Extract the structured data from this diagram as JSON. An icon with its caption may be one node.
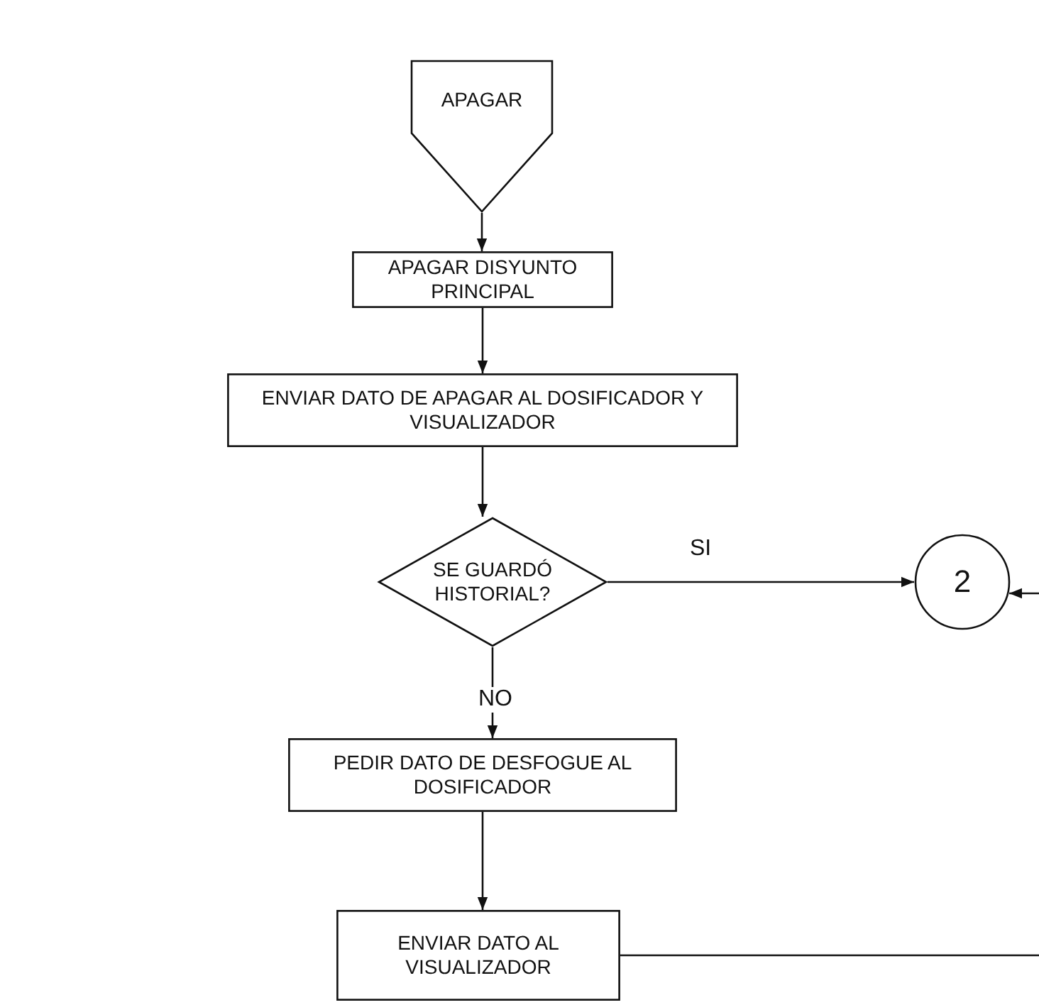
{
  "diagram": {
    "nodes": [
      {
        "text": [
          "APAGAR"
        ]
      },
      {
        "text": [
          "APAGAR DISYUNTO PRINCIPAL"
        ]
      },
      {
        "text": [
          "ENVIAR DATO DE APAGAR AL DOSIFICADOR Y VISUALIZADOR"
        ]
      },
      {
        "text": [
          "SE GUARDÓ HISTORIAL?"
        ]
      },
      {
        "text": [
          "2"
        ]
      },
      {
        "text": [
          "PEDIR DATO DE DESFOGUE AL DOSIFICADOR"
        ]
      },
      {
        "text": [
          "ENVIAR DATO AL VISUALIZADOR"
        ]
      }
    ],
    "edges": [
      {
        "from": 0,
        "to": 1,
        "arrow": "to"
      },
      {
        "from": 1,
        "to": 2,
        "arrow": "to"
      },
      {
        "from": 2,
        "to": 3,
        "arrow": "to"
      },
      {
        "from": 3,
        "to": 4,
        "arrow": "to",
        "label": "SI"
      },
      {
        "from": 3,
        "to": 5,
        "arrow": "to",
        "label": "NO"
      },
      {
        "from": 5,
        "to": 6,
        "arrow": "to"
      },
      {
        "from": 6,
        "to": null,
        "arrow": "none"
      },
      {
        "from": null,
        "to": 4,
        "arrow": "to"
      }
    ]
  }
}
